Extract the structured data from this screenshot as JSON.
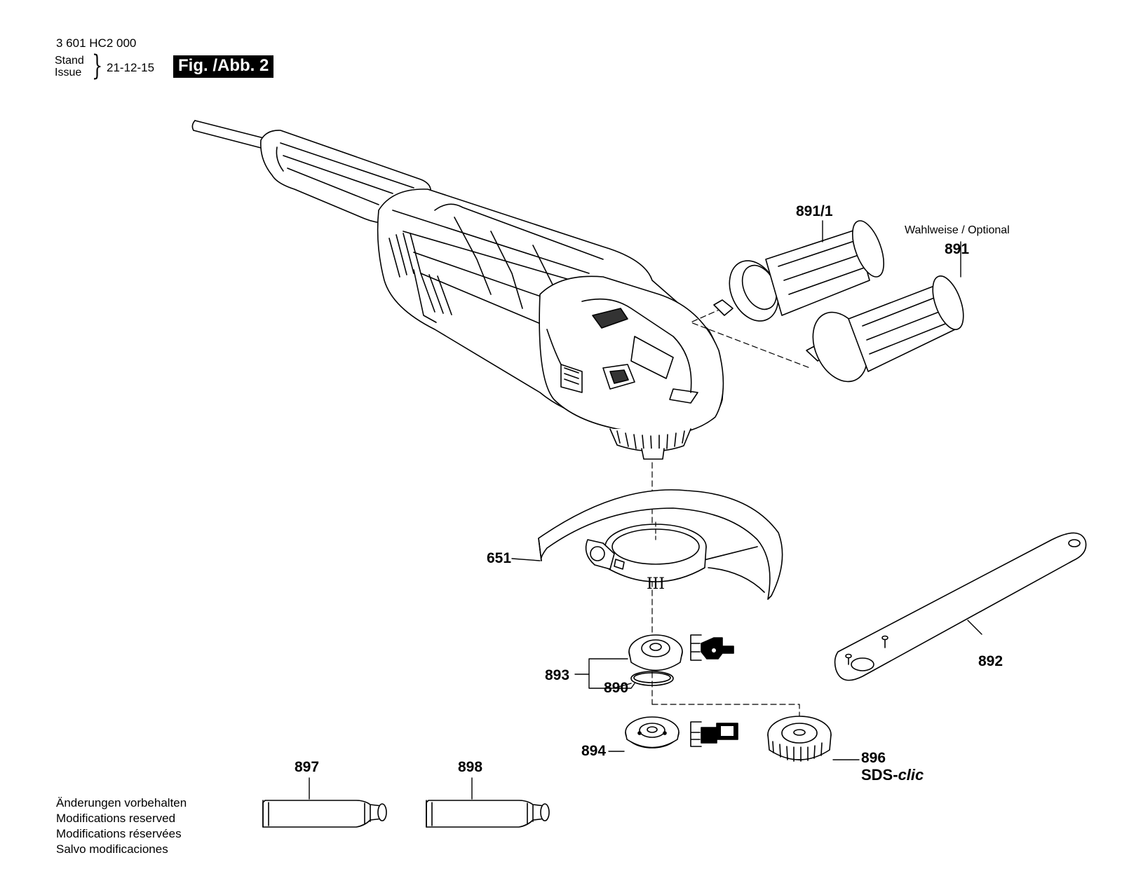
{
  "header": {
    "document_number": "3 601 HC2 000",
    "stand_label": "Stand",
    "issue_label": "Issue",
    "date": "21-12-15",
    "figure_badge": "Fig. /Abb. 2"
  },
  "parts": {
    "p891_1": "891/1",
    "p891": "891",
    "p651": "651",
    "p892": "892",
    "p893": "893",
    "p890": "890",
    "p894": "894",
    "p896": "896",
    "p897": "897",
    "p898": "898"
  },
  "optional_note": "Wahlweise / Optional",
  "guard_marking": "III",
  "sds_brand": "SDS-",
  "sds_clic": "clic",
  "footer": {
    "line1": "Änderungen vorbehalten",
    "line2": "Modifications reserved",
    "line3": "Modifications réservées",
    "line4": "Salvo modificaciones"
  }
}
